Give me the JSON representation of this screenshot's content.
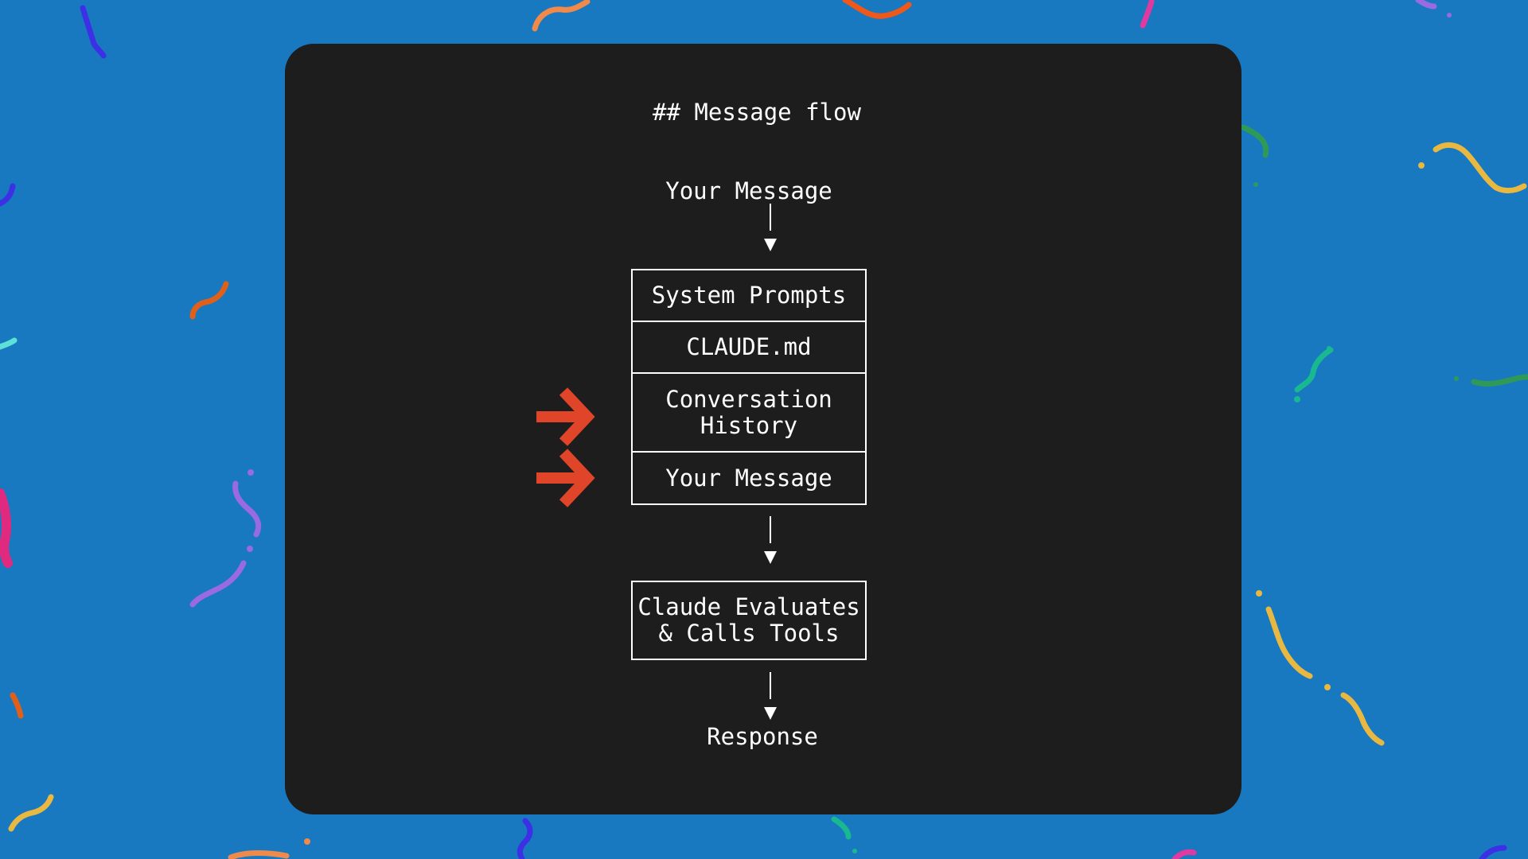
{
  "heading": "## Message flow",
  "flow": {
    "start_label": "Your Message",
    "stack": [
      {
        "label": "System Prompts"
      },
      {
        "label": "CLAUDE.md"
      },
      {
        "label": "Conversation\nHistory"
      },
      {
        "label": "Your Message"
      }
    ],
    "evaluate_box": "Claude Evaluates\n& Calls Tools",
    "end_label": "Response"
  },
  "colors": {
    "background": "#1878c0",
    "panel": "#1d1d1d",
    "text": "#ffffff",
    "highlight_arrow": "#e0452a"
  },
  "highlighted_layers": [
    "Conversation History",
    "Your Message"
  ]
}
